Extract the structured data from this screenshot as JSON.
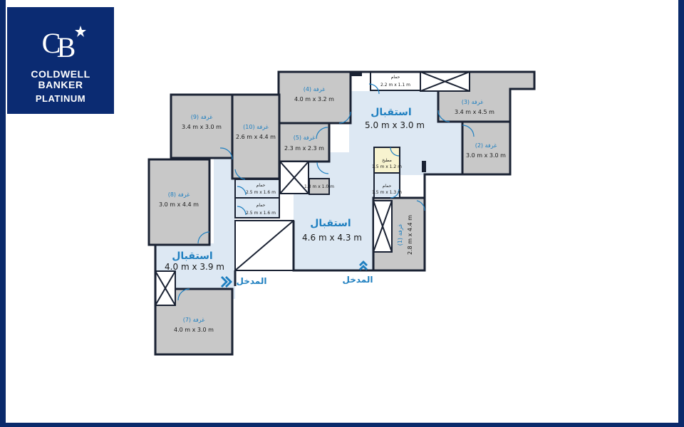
{
  "logo": {
    "line1": "COLDWELL",
    "line2": "BANKER",
    "line3": "PLATINUM",
    "colors": {
      "bg": "#0b2b72",
      "text": "#ffffff"
    }
  },
  "colors": {
    "room": "#c8c8c8",
    "hall": "#dde8f3",
    "wall": "#1a2233",
    "accent": "#1e7fc0",
    "frame": "#0a2a6b"
  },
  "rooms": {
    "r4": {
      "name": "غرفة (4)",
      "size": "4.0 m x 3.2 m"
    },
    "r3": {
      "name": "غرفة (3)",
      "size": "3.4 m x 4.5 m"
    },
    "r2": {
      "name": "غرفة (2)",
      "size": "3.0 m x 3.0 m"
    },
    "r9": {
      "name": "غرفة (9)",
      "size": "3.4 m x 3.0 m"
    },
    "r10": {
      "name": "غرفة (10)",
      "size": "2.6 m x 4.4 m"
    },
    "r5": {
      "name": "غرفة (5)",
      "size": "2.3 m x 2.3 m"
    },
    "r8": {
      "name": "غرفة (8)",
      "size": "3.0 m x 4.4 m"
    },
    "r1": {
      "name": "غرفة (1)",
      "size": "2.8 m x 4.4 m"
    },
    "r7": {
      "name": "غرفة (7)",
      "size": "4.0 m x 3.0 m"
    }
  },
  "halls": {
    "h1": {
      "name": "استقبال",
      "size": "5.0 m x 3.0 m"
    },
    "h2": {
      "name": "استقبال",
      "size": "4.6 m x 4.3 m"
    },
    "h3": {
      "name": "استقبال",
      "size": "4.0 m x 3.9 m"
    }
  },
  "small_rooms": {
    "bath_top": {
      "name": "حمام",
      "size": "2.2 m x 1.1 m"
    },
    "kitchen": {
      "name": "مطبخ",
      "size": "1.5 m x 1.2 m"
    },
    "bath_mid": {
      "name": "حمام",
      "size": "1.5 m x 1.3 m"
    },
    "bath_l1": {
      "name": "حمام",
      "size": "2.5 m x 1.6 m"
    },
    "bath_l2": {
      "name": "حمام",
      "size": "2.5 m x 1.6 m"
    },
    "bath_tiny": {
      "size": "1.3 m x 1.0 m"
    }
  },
  "entrances": {
    "main": "المدخل",
    "left": "المدخل"
  }
}
